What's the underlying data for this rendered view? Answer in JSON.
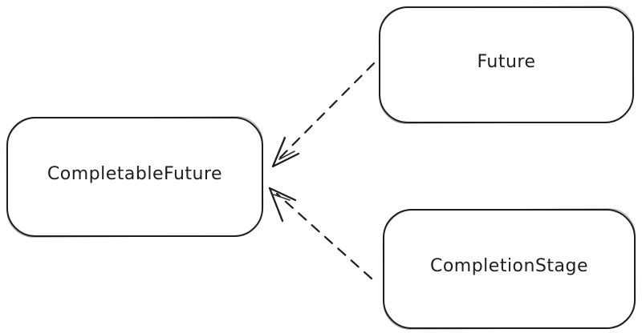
{
  "diagram": {
    "style": "hand-drawn",
    "background_color": "#ffffff",
    "stroke_color": "#1e1e1e",
    "nodes": [
      {
        "id": "completable-future",
        "label": "CompletableFuture"
      },
      {
        "id": "future",
        "label": "Future"
      },
      {
        "id": "completion-stage",
        "label": "CompletionStage"
      }
    ],
    "edges": [
      {
        "id": "future-to-completable-future",
        "from": "future",
        "to": "completable-future",
        "line_style": "dashed",
        "arrowhead": "open-arrow"
      },
      {
        "id": "completion-stage-to-completable-future",
        "from": "completion-stage",
        "to": "completable-future",
        "line_style": "dashed",
        "arrowhead": "open-arrow"
      }
    ]
  }
}
